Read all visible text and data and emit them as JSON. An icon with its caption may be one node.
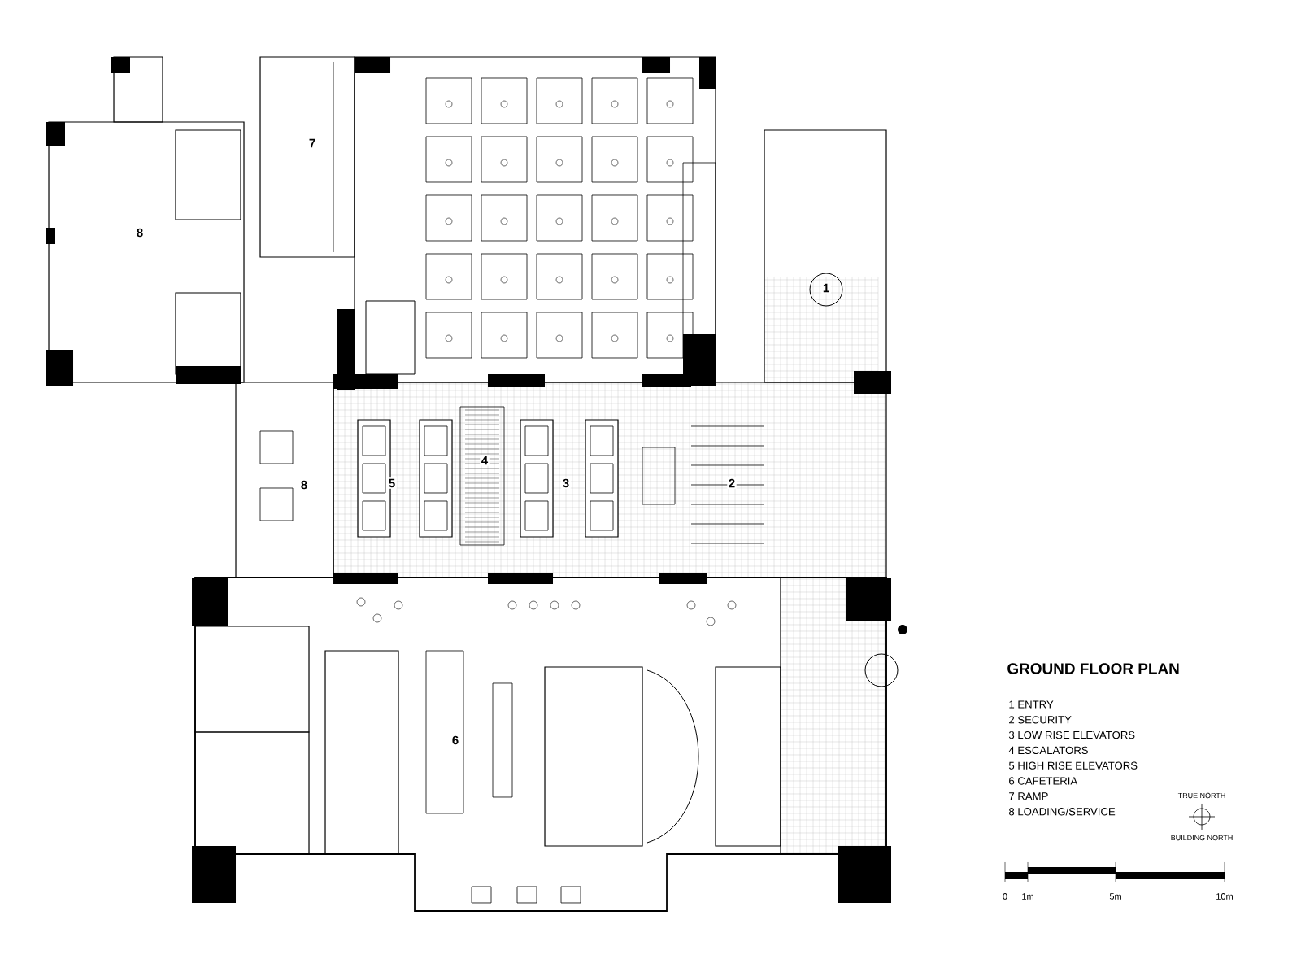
{
  "diagram": {
    "title": "GROUND FLOOR PLAN",
    "labels": [
      "7",
      "8",
      "1",
      "4",
      "8",
      "5",
      "3",
      "2",
      "6",
      "1 ENTRY",
      "2 SECURITY",
      "3 LOW RISE ELEVATORS",
      "4 ESCALATORS",
      "5 HIGH RISE ELEVATORS",
      "6 CAFETERIA",
      "7 RAMP",
      "8 LOADING/SERVICE",
      "TRUE NORTH",
      "BUILDING NORTH",
      "0",
      "1m",
      "5m",
      "10m"
    ]
  }
}
